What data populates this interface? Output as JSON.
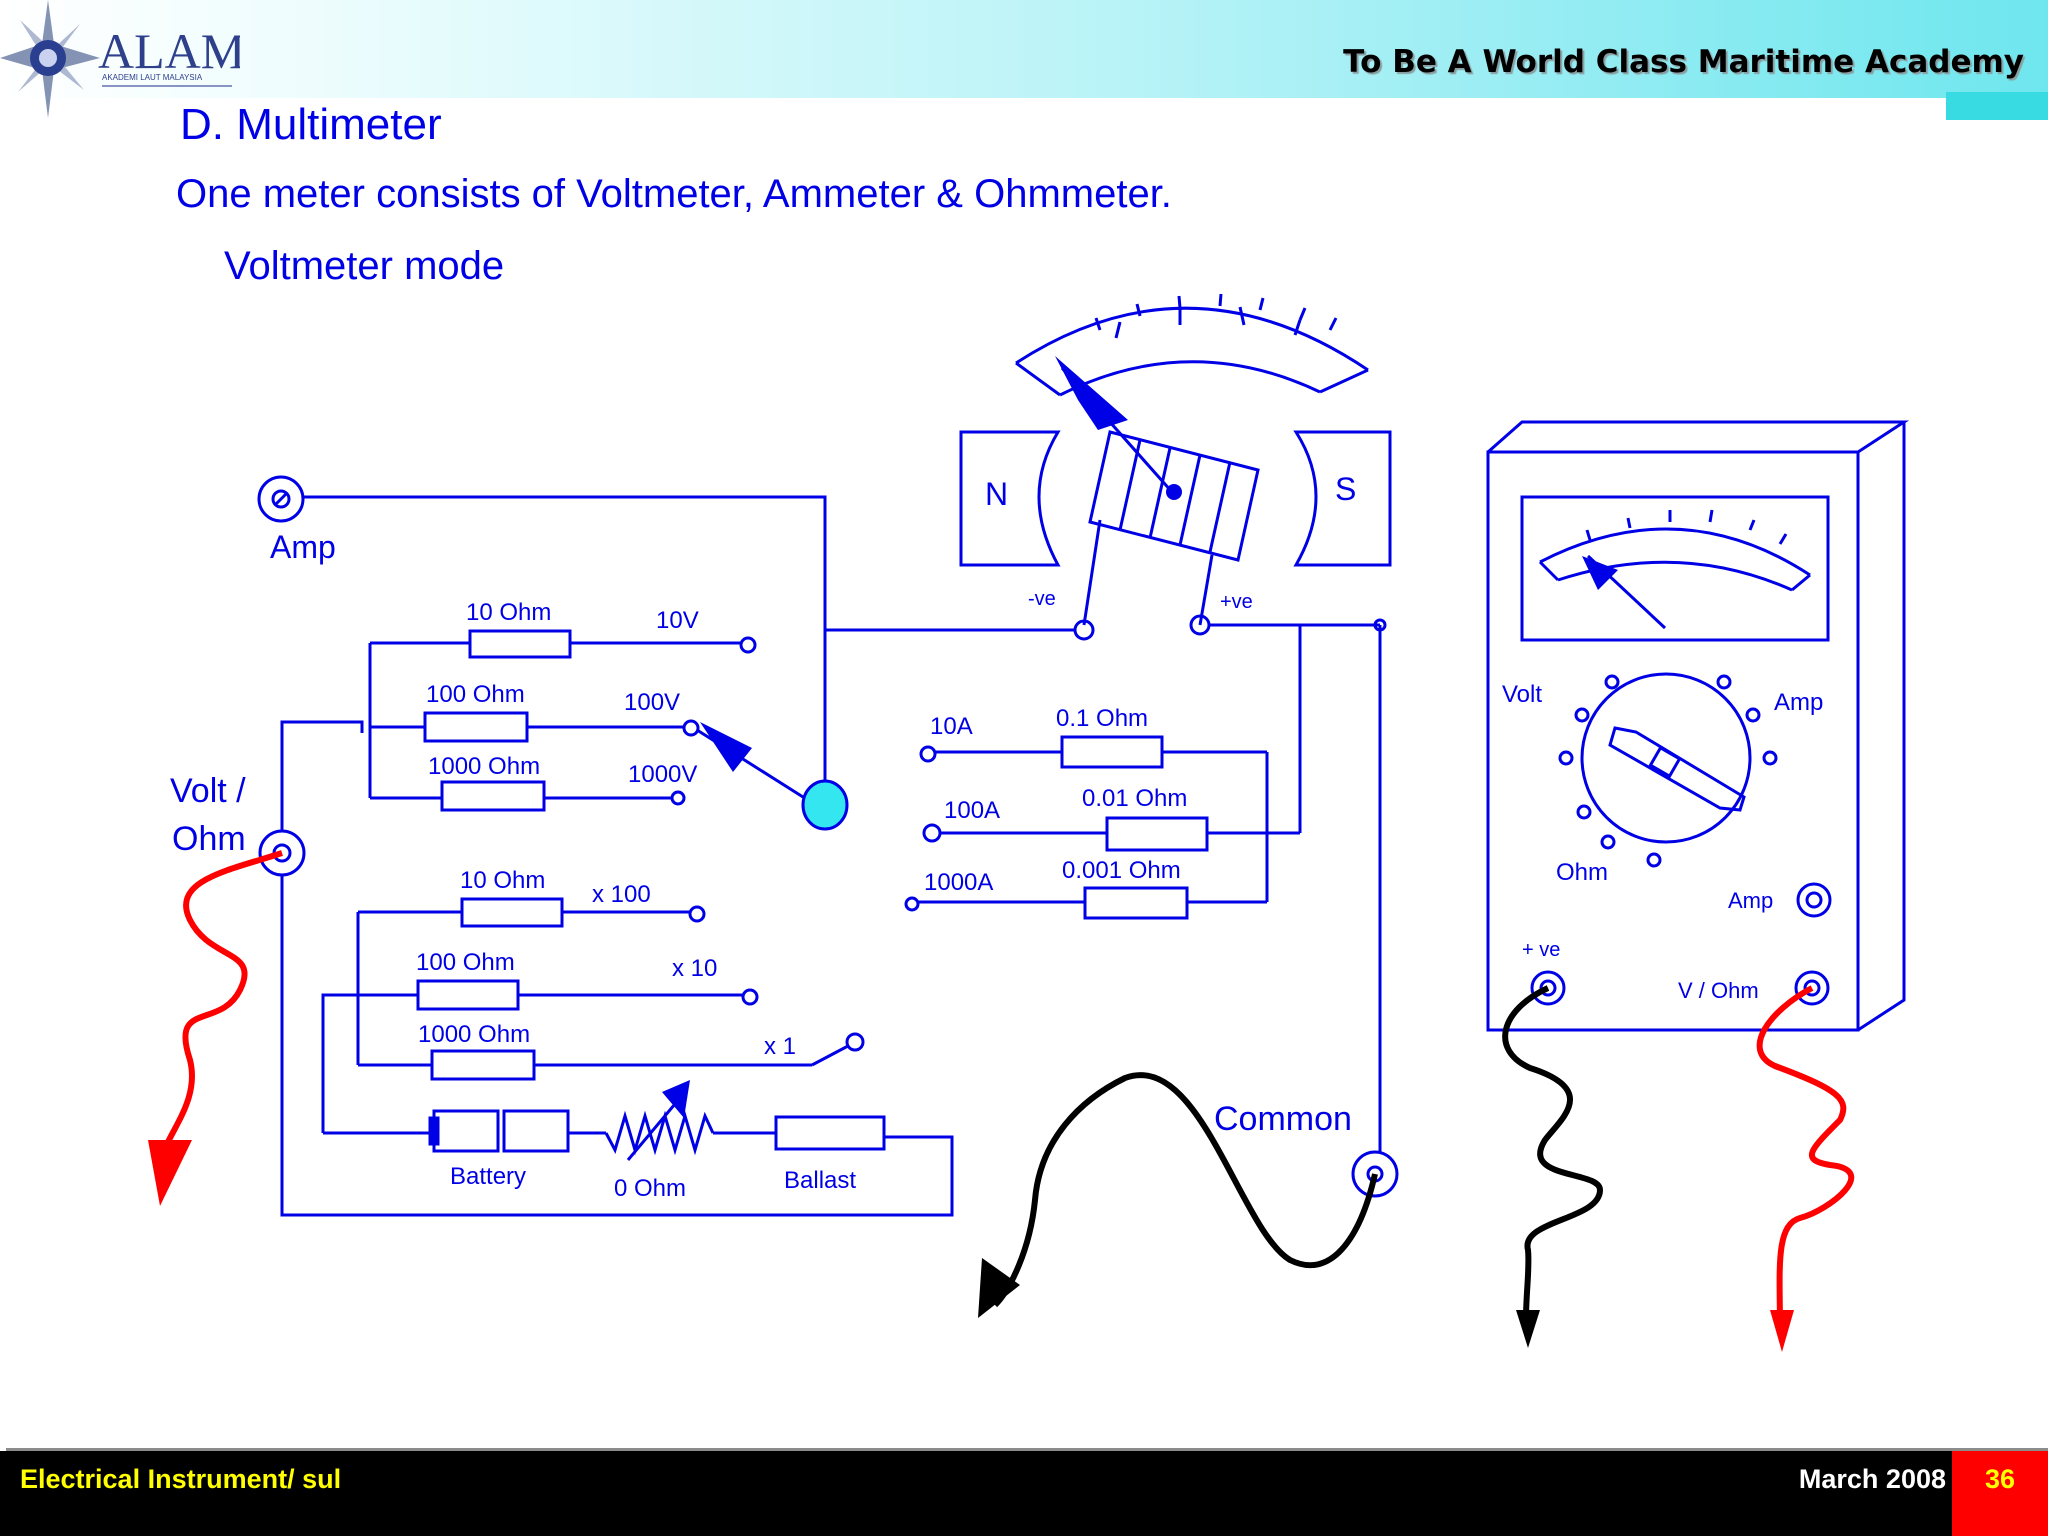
{
  "header": {
    "logo_text": "ALAM",
    "logo_subtext": "AKADEMI LAUT MALAYSIA",
    "motto": "To Be A World Class Maritime Academy"
  },
  "slide": {
    "title": "D. Multimeter",
    "subtitle": "One meter consists of Voltmeter, Ammeter & Ohmmeter.",
    "mode": "Voltmeter mode"
  },
  "diagram": {
    "amp_terminal": "Amp",
    "volt_ohm_terminal": "Volt /\nOhm",
    "volt_label": "Volt /",
    "ohm_label": "Ohm",
    "magnet_north": "N",
    "magnet_south": "S",
    "neg_terminal": "-ve",
    "pos_terminal": "+ve",
    "common_terminal": "Common",
    "voltage_ranges": [
      {
        "resistor": "10 Ohm",
        "range": "10V"
      },
      {
        "resistor": "100 Ohm",
        "range": "100V"
      },
      {
        "resistor": "1000 Ohm",
        "range": "1000V"
      }
    ],
    "current_ranges": [
      {
        "range": "10A",
        "shunt": "0.1 Ohm"
      },
      {
        "range": "100A",
        "shunt": "0.01 Ohm"
      },
      {
        "range": "1000A",
        "shunt": "0.001 Ohm"
      }
    ],
    "ohm_ranges": [
      {
        "resistor": "10 Ohm",
        "range": "x 100"
      },
      {
        "resistor": "100 Ohm",
        "range": "x 10"
      },
      {
        "resistor": "1000 Ohm",
        "range": "x 1"
      }
    ],
    "battery_label": "Battery",
    "zero_ohm_label": "0 Ohm",
    "ballast_label": "Ballast",
    "meter_volt": "Volt",
    "meter_amp": "Amp",
    "meter_ohm": "Ohm",
    "meter_amp_socket": "Amp",
    "meter_pos_socket": "+ ve",
    "meter_vohm_socket": "V / Ohm"
  },
  "colors": {
    "diagram": "#0000e6",
    "positive_lead": "#ff0000",
    "negative_lead": "#000000",
    "accent": "#39dbe3"
  },
  "footer": {
    "course": "Electrical Instrument/ sul",
    "date": "March 2008",
    "page": "36"
  }
}
